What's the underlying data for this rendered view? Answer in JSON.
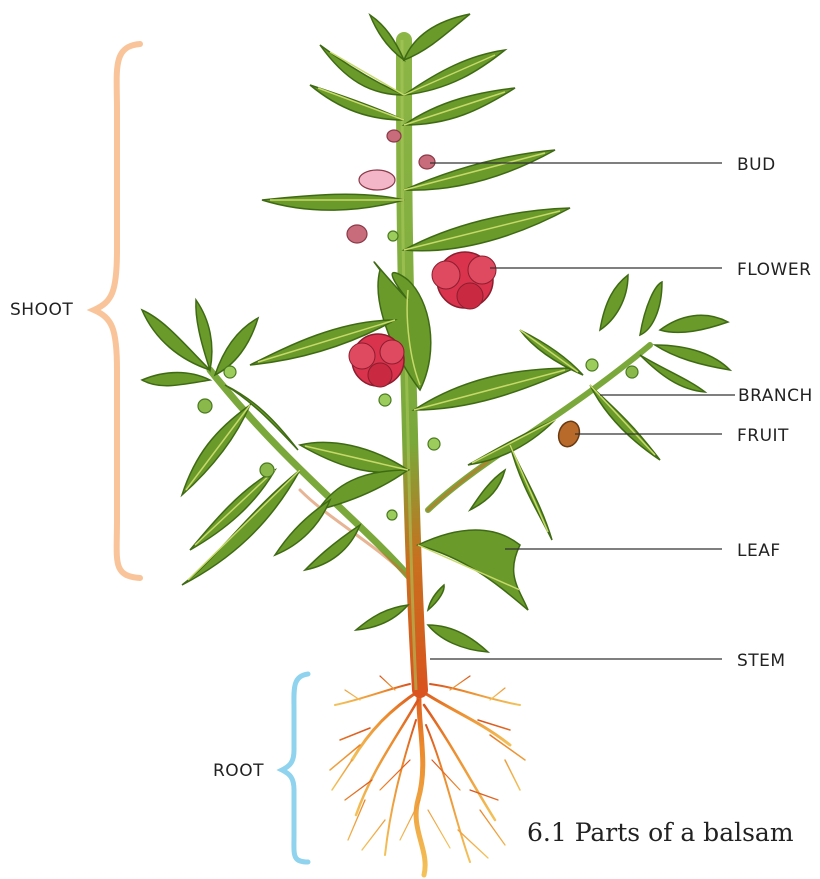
{
  "labels": {
    "bud": "BUD",
    "flower": "FLOWER",
    "branch": "BRANCH",
    "fruit": "FRUIT",
    "leaf": "LEAF",
    "stem": "STEM",
    "shoot": "SHOOT",
    "root": "ROOT"
  },
  "caption": "6.1  Parts of a balsam",
  "colors": {
    "shoot_brace": "#f9c49a",
    "root_brace": "#8fd3ee",
    "leaf": "#6a9a2a",
    "leaf_vein": "#c6d96b",
    "stem": "#7aa83a",
    "stem_base": "#d9541e",
    "flower": "#d9334d",
    "bud": "#e8869a",
    "fruit": "#b86a2a",
    "root": "#eda83a"
  }
}
